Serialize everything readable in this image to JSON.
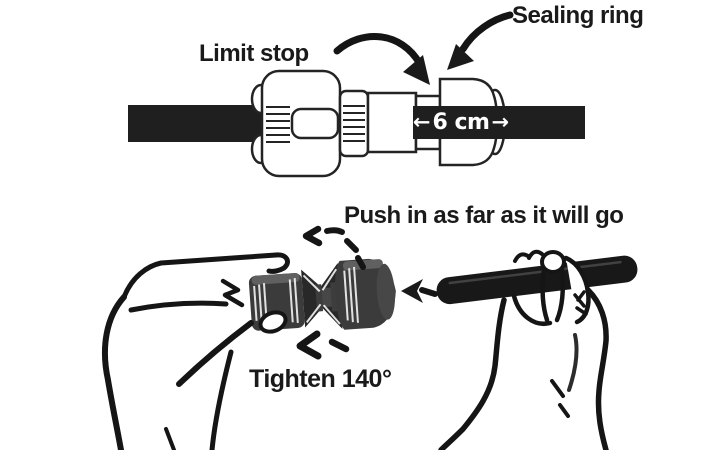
{
  "colors": {
    "background": "#ffffff",
    "ink": "#1a1a1a",
    "pipe_black": "#1f1f1f",
    "fitting_dark": "#3b3b3b",
    "fitting_highlight": "#606060",
    "measurement_text": "#ffffff"
  },
  "top_diagram": {
    "limit_stop_label": "Limit stop",
    "sealing_ring_label": "Sealing ring",
    "measurement": {
      "left_arrow": "←",
      "value": "6 cm",
      "right_arrow": "→"
    }
  },
  "bottom_diagram": {
    "push_label": "Push in as far as it will go",
    "tighten_label": "Tighten 140°"
  }
}
